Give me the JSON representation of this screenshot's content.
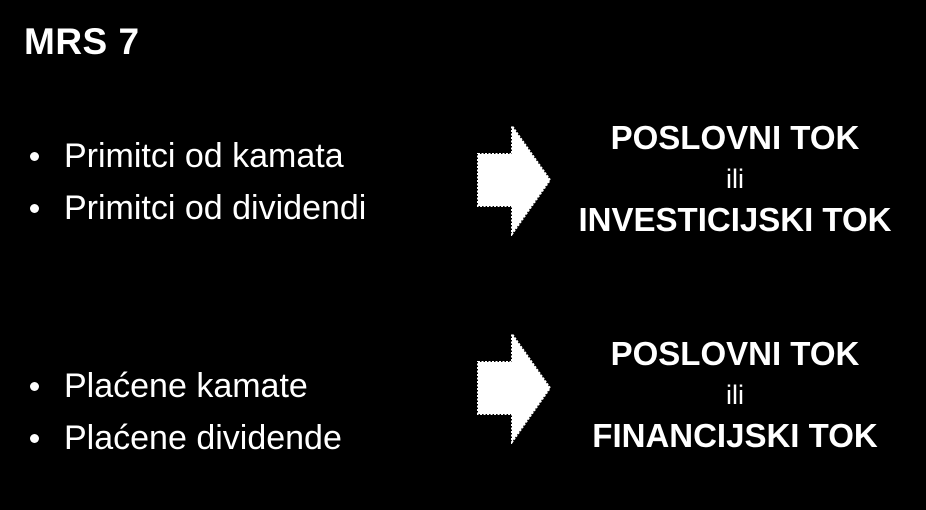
{
  "title": "MRS 7",
  "groups": [
    {
      "items": [
        "Primitci od kamata",
        "Primitci od dividendi"
      ],
      "result": {
        "first": "POSLOVNI TOK",
        "connector": "ili",
        "second": "INVESTICIJSKI TOK"
      }
    },
    {
      "items": [
        "Plaćene kamate",
        "Plaćene dividende"
      ],
      "result": {
        "first": "POSLOVNI TOK",
        "connector": "ili",
        "second": "FINANCIJSKI TOK"
      }
    }
  ],
  "colors": {
    "background": "#000000",
    "text": "#ffffff",
    "arrow_fill": "#ffffff"
  },
  "icons": {
    "arrow": "right-arrow-icon",
    "bullet": "bullet-dot-icon"
  }
}
